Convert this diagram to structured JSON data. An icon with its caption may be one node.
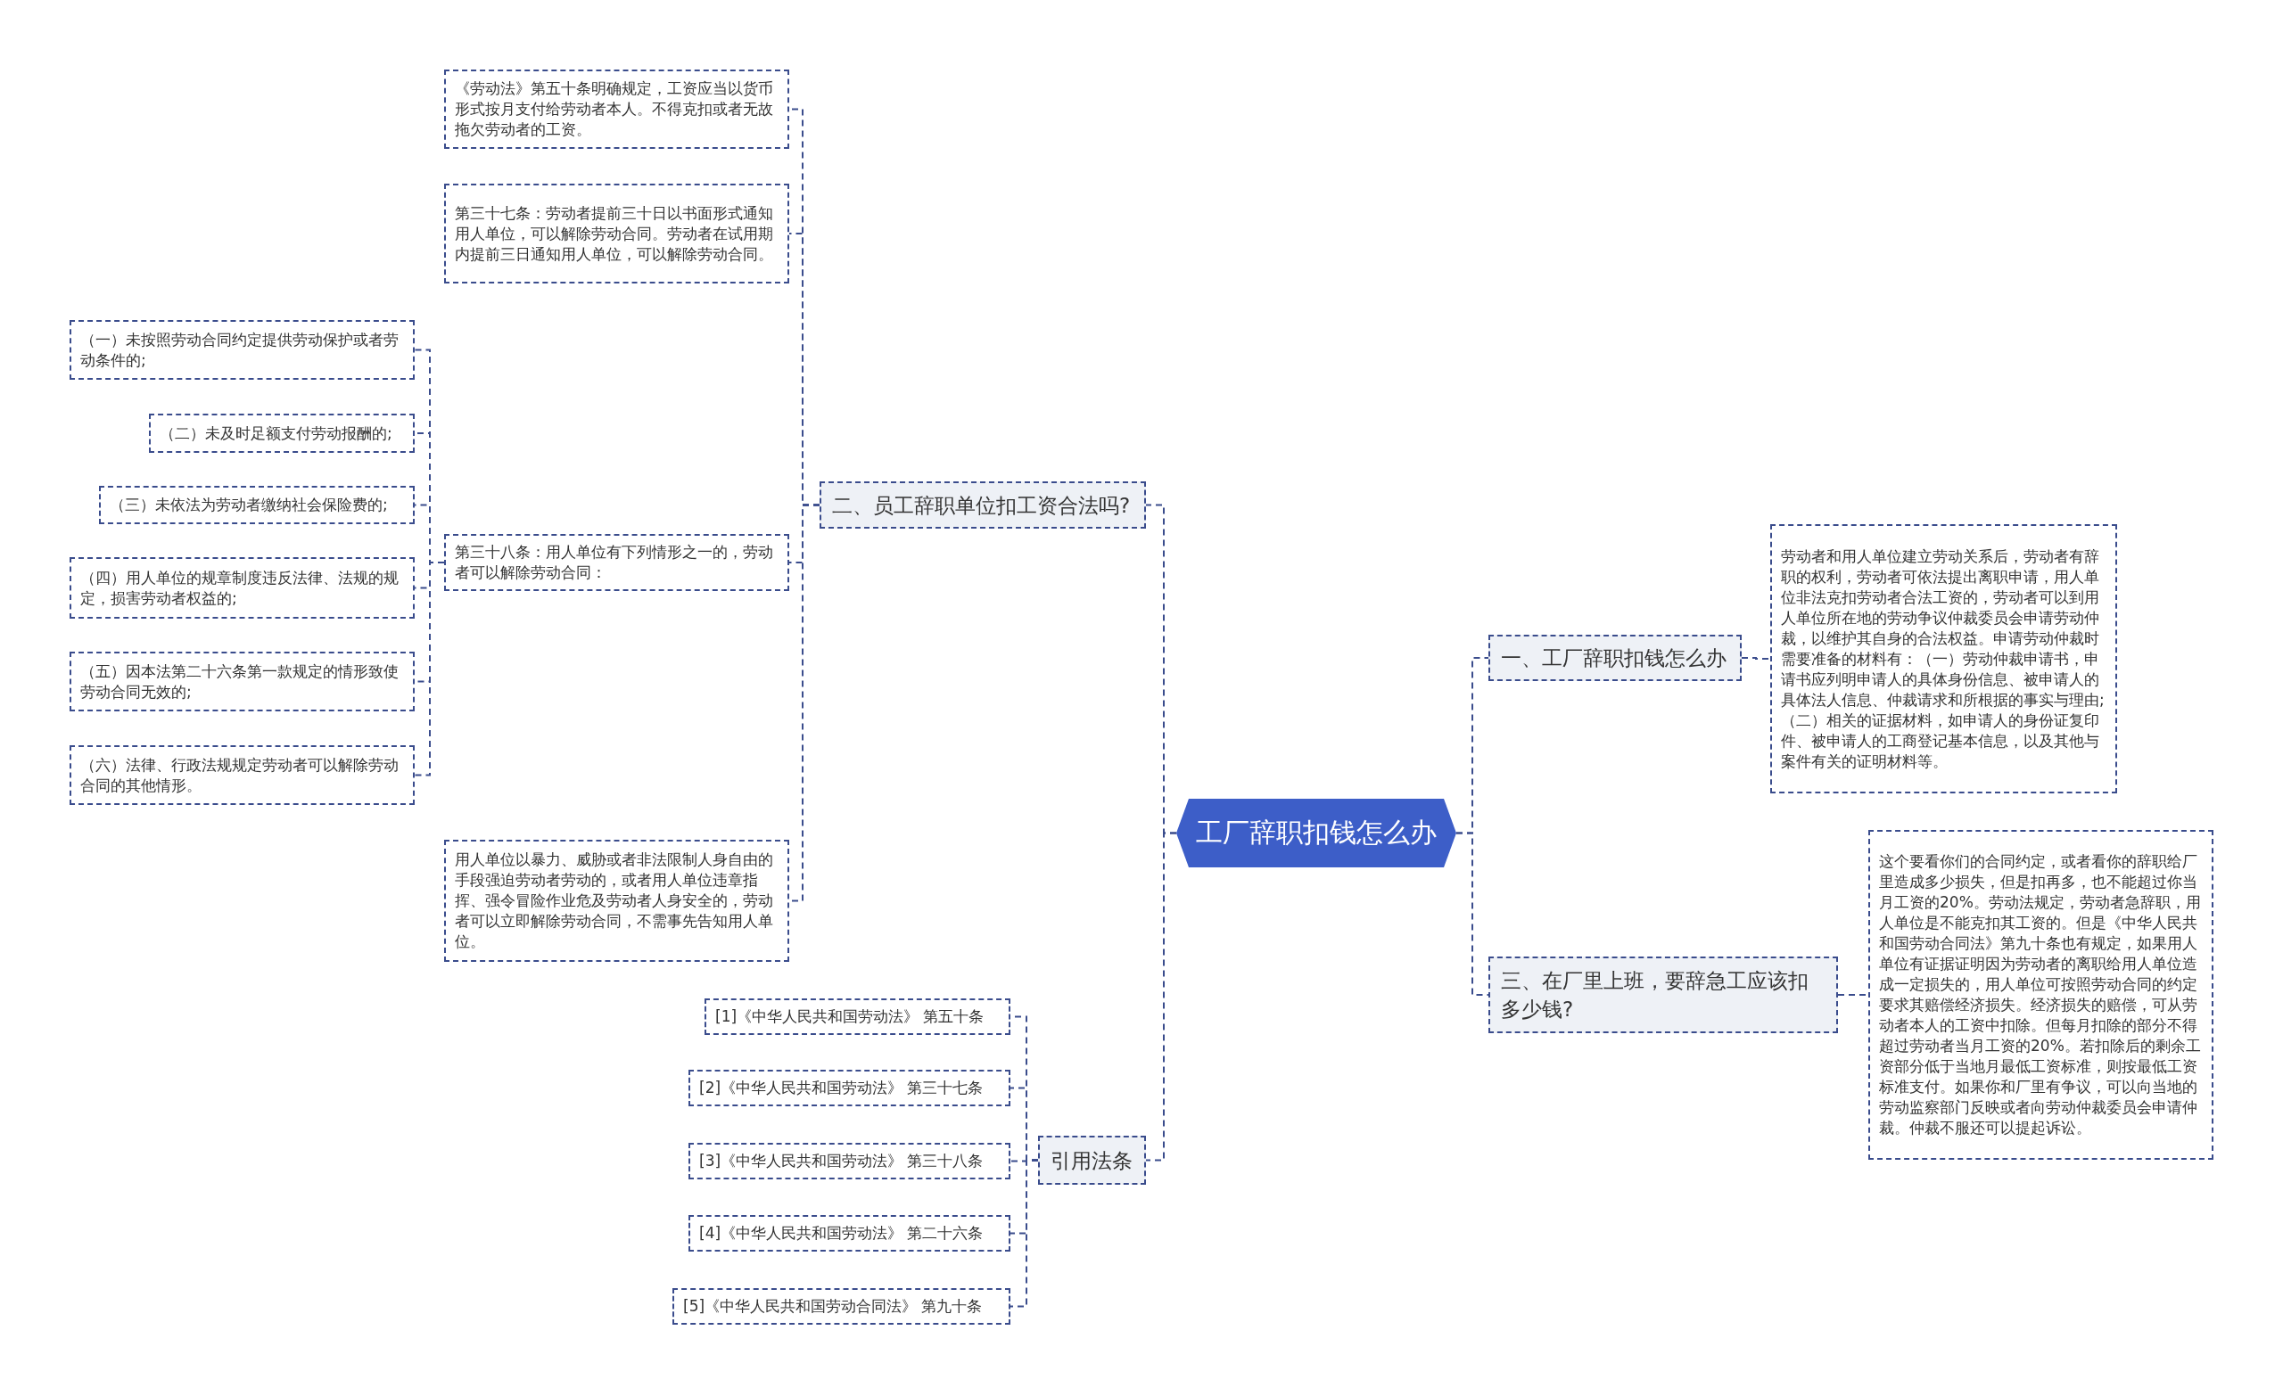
{
  "diagram": {
    "nodes": [
      {
        "text": [
          "工厂辞职扣钱怎么办"
        ]
      },
      {
        "text": [
          "二、员工辞职单位扣工资合法吗?"
        ]
      },
      {
        "text": [
          "《劳动法》第五十条明确规定，工资应当以货币形式按月支付给劳动者本人。不得克扣或者无故拖欠劳动者的工资。"
        ]
      },
      {
        "text": [
          "第三十七条：劳动者提前三十日以书面形式通知用人单位，可以解除劳动合同。劳动者在试用期内提前三日通知用人单位，可以解除劳动合同。"
        ]
      },
      {
        "text": [
          "第三十八条：用人单位有下列情形之一的，劳动者可以解除劳动合同："
        ]
      },
      {
        "text": [
          "（一）未按照劳动合同约定提供劳动保护或者劳动条件的;"
        ]
      },
      {
        "text": [
          "（二）未及时足额支付劳动报酬的;"
        ]
      },
      {
        "text": [
          "（三）未依法为劳动者缴纳社会保险费的;"
        ]
      },
      {
        "text": [
          "（四）用人单位的规章制度违反法律、法规的规定，损害劳动者权益的;"
        ]
      },
      {
        "text": [
          "（五）因本法第二十六条第一款规定的情形致使劳动合同无效的;"
        ]
      },
      {
        "text": [
          "（六）法律、行政法规规定劳动者可以解除劳动合同的其他情形。"
        ]
      },
      {
        "text": [
          "用人单位以暴力、威胁或者非法限制人身自由的手段强迫劳动者劳动的，或者用人单位违章指挥、强令冒险作业危及劳动者人身安全的，劳动者可以立即解除劳动合同，不需事先告知用人单位。"
        ]
      },
      {
        "text": [
          "引用法条"
        ]
      },
      {
        "text": [
          "[1]《中华人民共和国劳动法》 第五十条"
        ]
      },
      {
        "text": [
          "[2]《中华人民共和国劳动法》 第三十七条"
        ]
      },
      {
        "text": [
          "[3]《中华人民共和国劳动法》 第三十八条"
        ]
      },
      {
        "text": [
          "[4]《中华人民共和国劳动法》 第二十六条"
        ]
      },
      {
        "text": [
          "[5]《中华人民共和国劳动合同法》 第九十条"
        ]
      },
      {
        "text": [
          "一、工厂辞职扣钱怎么办"
        ]
      },
      {
        "text": [
          "劳动者和用人单位建立劳动关系后，劳动者有辞职的权利，劳动者可依法提出离职申请，用人单位非法克扣劳动者合法工资的，劳动者可以到用人单位所在地的劳动争议仲裁委员会申请劳动仲裁，以维护其自身的合法权益。申请劳动仲裁时需要准备的材料有：（一）劳动仲裁申请书，申请书应列明申请人的具体身份信息、被申请人的具体法人信息、仲裁请求和所根据的事实与理由;（二）相关的证据材料，如申请人的身份证复印件、被申请人的工商登记基本信息，以及其他与案件有关的证明材料等。"
        ]
      },
      {
        "text": [
          "三、在厂里上班，要辞急工应该扣多少钱?"
        ]
      },
      {
        "text": [
          "这个要看你们的合同约定，或者看你的辞职给厂里造成多少损失，但是扣再多，也不能超过你当月工资的20%。劳动法规定，劳动者急辞职，用人单位是不能克扣其工资的。但是《中华人民共和国劳动合同法》第九十条也有规定，如果用人单位有证据证明因为劳动者的离职给用人单位造成一定损失的，用人单位可按照劳动合同的约定要求其赔偿经济损失。经济损失的赔偿，可从劳动者本人的工资中扣除。但每月扣除的部分不得超过劳动者当月工资的20%。若扣除后的剩余工资部分低于当地月最低工资标准，则按最低工资标准支付。如果你和厂里有争议，可以向当地的劳动监察部门反映或者向劳动仲裁委员会申请仲裁。仲裁不服还可以提起诉讼。"
        ]
      }
    ],
    "edges": [
      {
        "from": 0,
        "to": 1,
        "arrow": "none"
      },
      {
        "from": 1,
        "to": 2,
        "arrow": "none"
      },
      {
        "from": 1,
        "to": 3,
        "arrow": "none"
      },
      {
        "from": 1,
        "to": 4,
        "arrow": "none"
      },
      {
        "from": 4,
        "to": 5,
        "arrow": "none"
      },
      {
        "from": 4,
        "to": 6,
        "arrow": "none"
      },
      {
        "from": 4,
        "to": 7,
        "arrow": "none"
      },
      {
        "from": 4,
        "to": 8,
        "arrow": "none"
      },
      {
        "from": 4,
        "to": 9,
        "arrow": "none"
      },
      {
        "from": 4,
        "to": 10,
        "arrow": "none"
      },
      {
        "from": 1,
        "to": 11,
        "arrow": "none"
      },
      {
        "from": 0,
        "to": 12,
        "arrow": "none"
      },
      {
        "from": 12,
        "to": 13,
        "arrow": "none"
      },
      {
        "from": 12,
        "to": 14,
        "arrow": "none"
      },
      {
        "from": 12,
        "to": 15,
        "arrow": "none"
      },
      {
        "from": 12,
        "to": 16,
        "arrow": "none"
      },
      {
        "from": 12,
        "to": 17,
        "arrow": "none"
      },
      {
        "from": 0,
        "to": 18,
        "arrow": "none"
      },
      {
        "from": 18,
        "to": 19,
        "arrow": "none"
      },
      {
        "from": 0,
        "to": 20,
        "arrow": "none"
      },
      {
        "from": 20,
        "to": 21,
        "arrow": "none"
      }
    ]
  }
}
